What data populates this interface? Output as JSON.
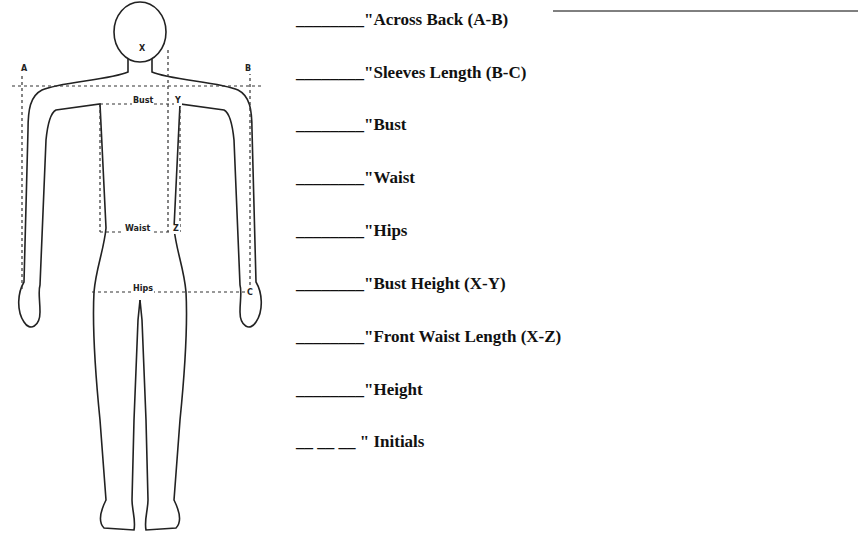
{
  "diagram": {
    "labels": [
      "A",
      "X",
      "B",
      "Bust",
      "Y",
      "Waist",
      "Z",
      "Hips",
      "C",
      "________\"Across Back (A-B)",
      "________\"Sleeves Length (B-C)",
      "________\"Bust",
      "________\"Waist",
      "________\"Hips",
      "________\"Bust Height (X-Y)",
      "________\"Front Waist Length (X-Z)",
      "________\"Height",
      "__ __ __ \" Initials"
    ]
  }
}
